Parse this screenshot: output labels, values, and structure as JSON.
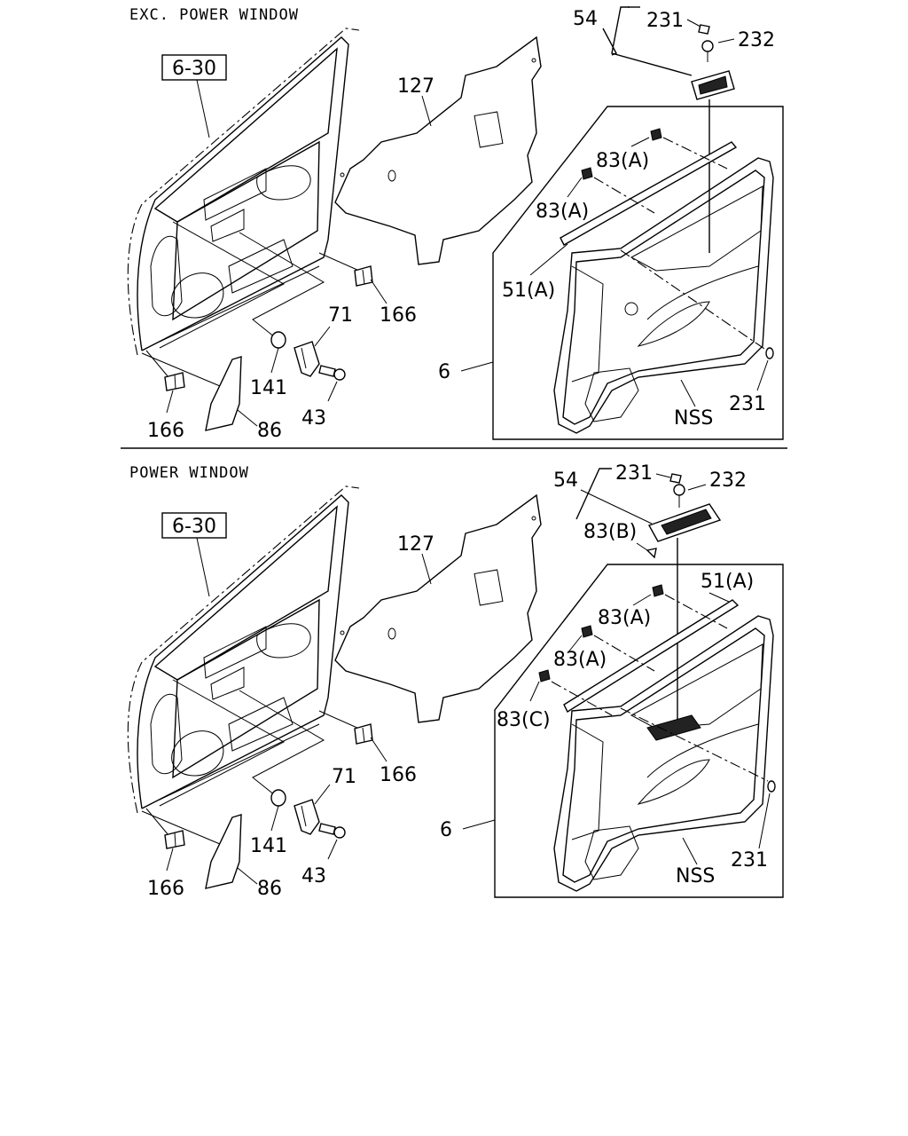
{
  "sections": [
    {
      "title": "EXC. POWER WINDOW",
      "ref": "6-30",
      "labels": {
        "l54": "54",
        "l231_top": "231",
        "l232": "232",
        "l127": "127",
        "l83a_1": "83(A)",
        "l83a_2": "83(A)",
        "l51a": "51(A)",
        "l166_r": "166",
        "l71": "71",
        "l141": "141",
        "l43": "43",
        "l6": "6",
        "l231_b": "231",
        "lnss": "NSS",
        "l166_l": "166",
        "l86": "86"
      }
    },
    {
      "title": "POWER WINDOW",
      "ref": "6-30",
      "labels": {
        "l54": "54",
        "l231_top": "231",
        "l232": "232",
        "l127": "127",
        "l83b": "83(B)",
        "l51a": "51(A)",
        "l83a_1": "83(A)",
        "l83a_2": "83(A)",
        "l83c": "83(C)",
        "l166_r": "166",
        "l71": "71",
        "l141": "141",
        "l43": "43",
        "l6": "6",
        "l231_b": "231",
        "lnss": "NSS",
        "l166_l": "166",
        "l86": "86"
      }
    }
  ]
}
